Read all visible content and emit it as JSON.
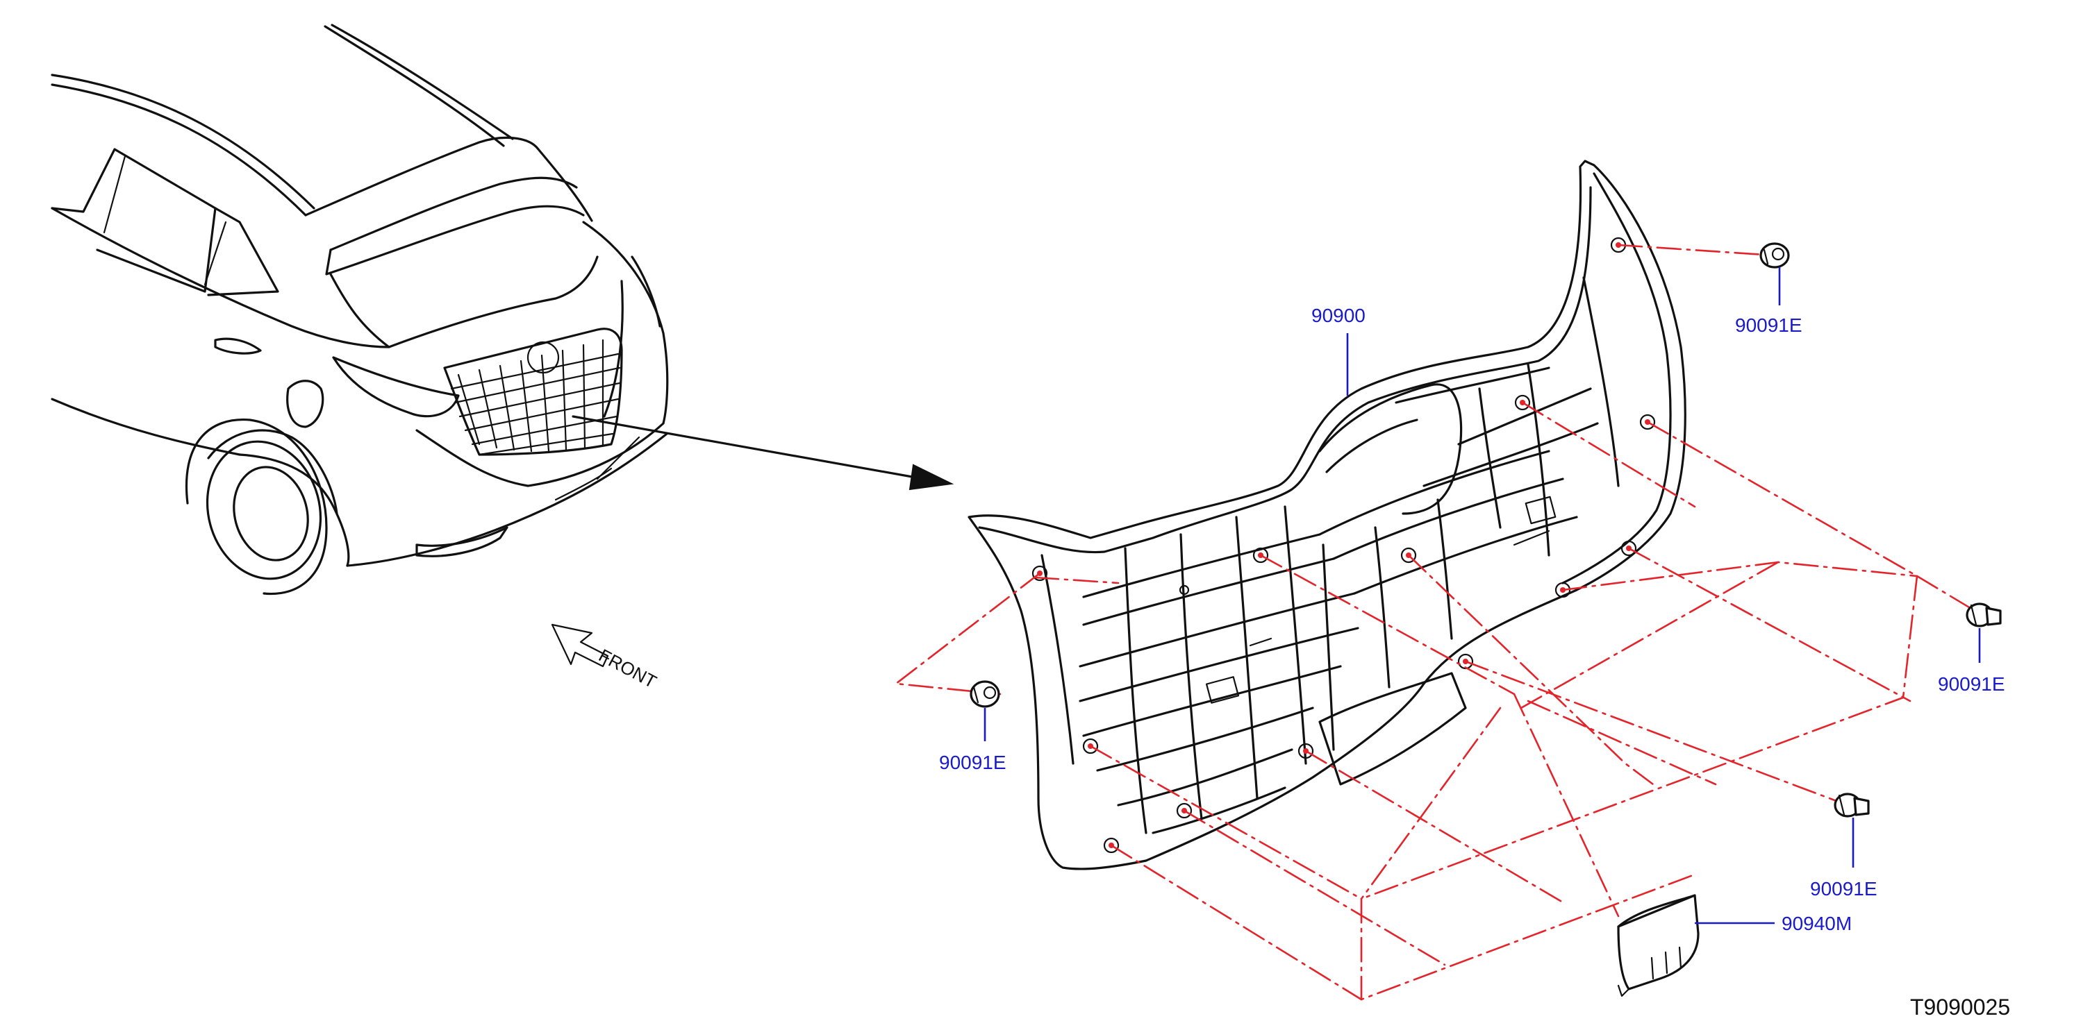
{
  "diagram": {
    "reference_number": "T9090025",
    "direction_label": "FRONT",
    "callouts": {
      "trim_panel": "90900",
      "clip_top_right": "90091E",
      "clip_right": "90091E",
      "clip_left": "90091E",
      "clip_lower_right": "90091E",
      "grip_handle": "90940M"
    },
    "colors": {
      "line_art": "#111111",
      "assembly_lines": "#e3242b",
      "callout_text": "#1a1acd"
    }
  }
}
